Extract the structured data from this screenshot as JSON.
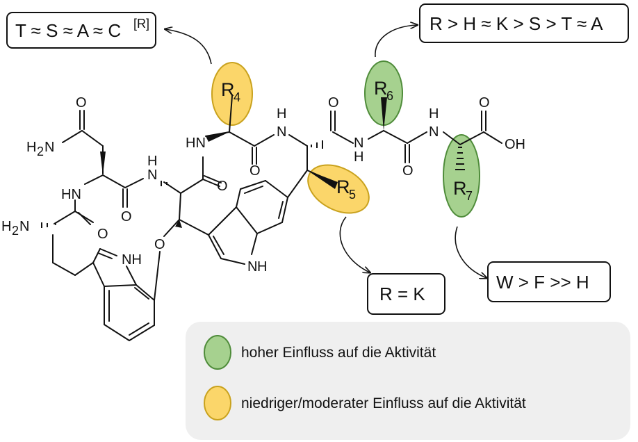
{
  "colors": {
    "high": "#a6d18f",
    "high_border": "#4f8c3a",
    "low": "#fbd66a",
    "low_border": "#c9a21e",
    "legend_bg": "#efefef",
    "ink": "#111111"
  },
  "residues": {
    "r4": {
      "letter": "R",
      "sub": "4",
      "level": "low"
    },
    "r5": {
      "letter": "R",
      "sub": "5",
      "level": "low"
    },
    "r6": {
      "letter": "R",
      "sub": "6",
      "level": "high"
    },
    "r7": {
      "letter": "R",
      "sub": "7",
      "level": "high"
    }
  },
  "boxes": {
    "r4_order": {
      "main": "T ≈ S ≈ A ≈ C",
      "sup": "[R]"
    },
    "r6_order": {
      "main": "R > H ≈ K > S > T ≈ A"
    },
    "r5_order": {
      "main": "R = K"
    },
    "r7_order": {
      "main": "W > F >> H"
    }
  },
  "labels": {
    "nh2_top": "H",
    "nh2_top_sub": "2",
    "nh2_top_n": "N",
    "nh2_left_h": "H",
    "nh2_left_sub": "2",
    "nh2_left_n": "N",
    "nh": "HN",
    "nh_sym": "N",
    "nh_h": "H",
    "oh": "OH",
    "o": "O",
    "ether_o": "O",
    "indole_nh": "NH",
    "n_h": "N",
    "h": "H"
  },
  "legend": {
    "high_label": "hoher Einfluss auf die Aktivität",
    "low_label": "niedriger/moderater Einfluss auf die Aktivität"
  }
}
